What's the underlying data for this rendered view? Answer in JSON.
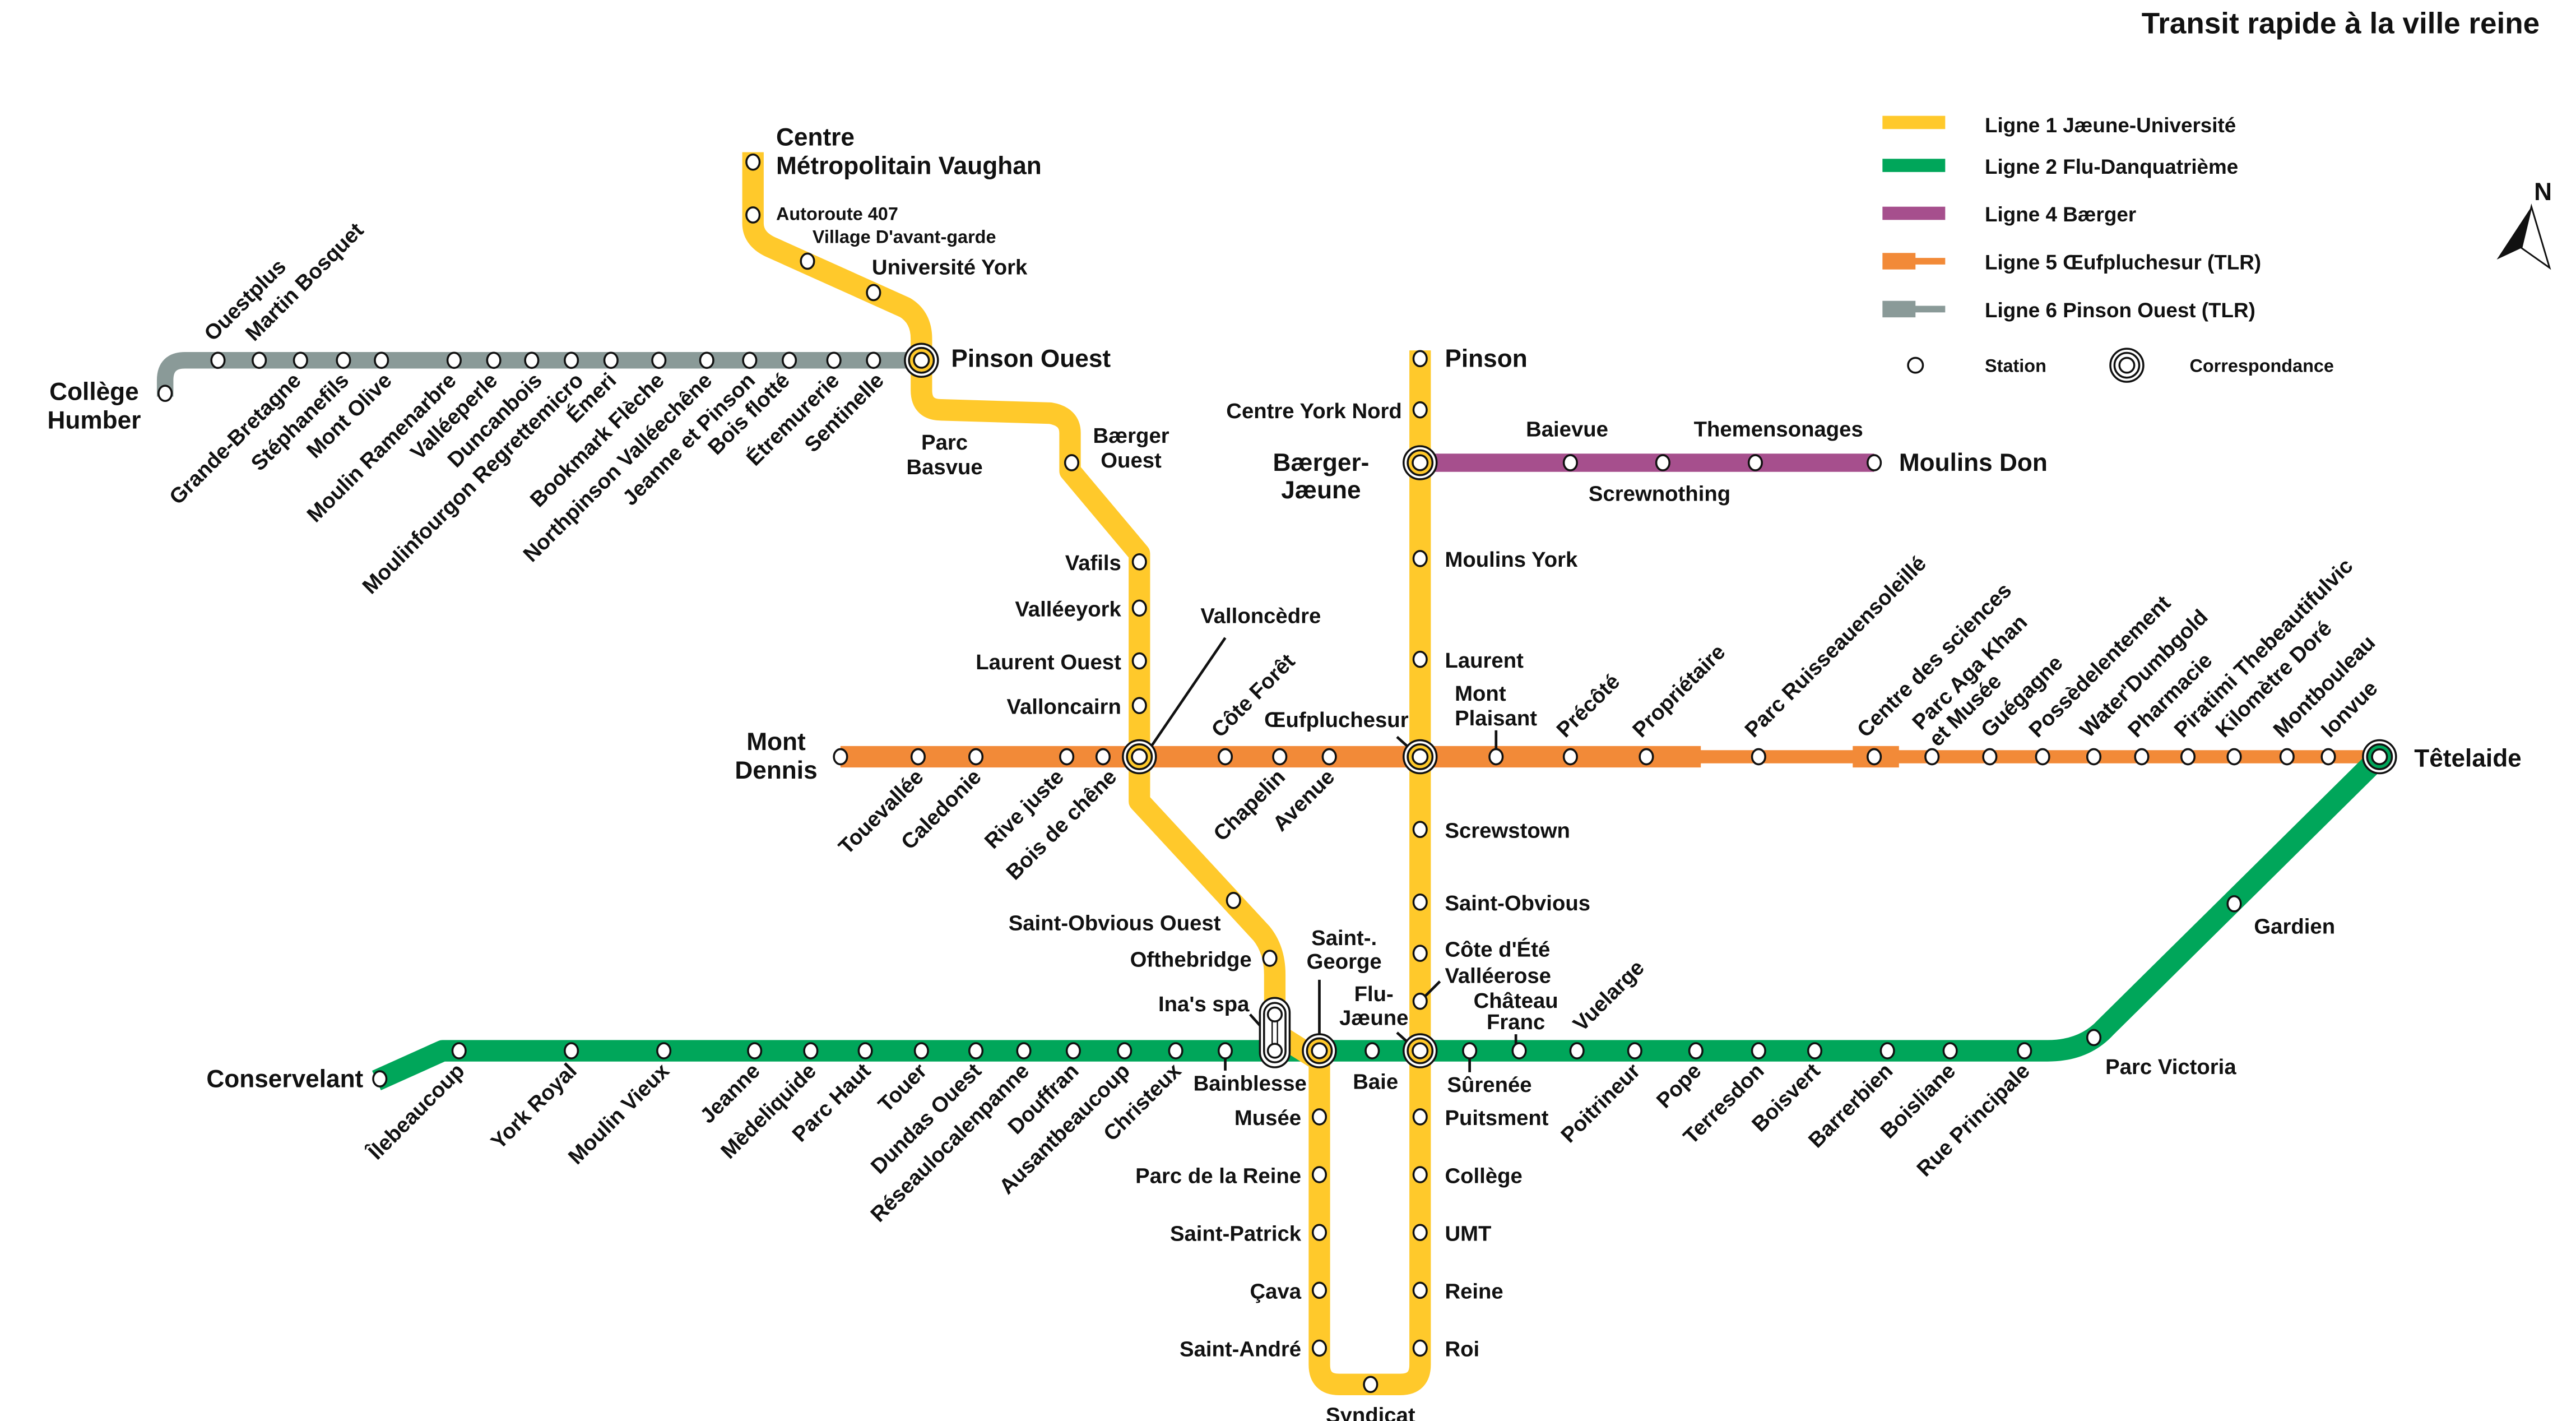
{
  "title": "Transit rapide à la ville reine",
  "north": "N",
  "colors": {
    "ligne1": "#FFC92B",
    "ligne2": "#00A65A",
    "ligne4": "#A64F8D",
    "ligne5": "#F28A38",
    "ligne6": "#8A9A98"
  },
  "legend": {
    "lines": [
      "Ligne 1 Jæune-Université",
      "Ligne 2 Flu-Danquatrième",
      "Ligne 4 Bærger",
      "Ligne 5 Œufpluchesur (TLR)",
      "Ligne 6 Pinson Ouest (TLR)"
    ],
    "station": "Station",
    "interchange": "Correspondance"
  },
  "interchanges": {
    "pinson_ouest": "Pinson Ouest",
    "valloncedre": "Valloncèdre",
    "oeufpluchesur": "Œufpluchesur",
    "baerger_jaeune": [
      "Bærger-",
      "Jæune"
    ],
    "saint_george": [
      "Saint-.",
      "George"
    ],
    "inas_spa": "Ina's spa",
    "flu_jaeune": [
      "Flu-",
      "Jæune"
    ],
    "tetelaide": "Têtelaide"
  },
  "lines": {
    "l6": {
      "stations": [
        [
          "Collège",
          "Humber"
        ],
        "Ouestplus",
        "Martin Bosquet",
        "Grande-Bretagne",
        "Stéphanefils",
        "Mont Olive",
        "Moulin Ramenarbre",
        "Valléeperle",
        "Duncanbois",
        "Moulinfourgon Regrettemicro",
        "Émeri",
        "Bookmark Flèche",
        "Northpinson Valléechêne",
        "Jeanne et Pinson",
        "Bois flotté",
        "Étremurerie",
        "Sentinelle"
      ]
    },
    "l1": {
      "stations": [
        [
          "Centre",
          "Métropolitain Vaughan"
        ],
        "Autoroute 407",
        "Village D'avant-garde",
        "Université York",
        [
          "Parc",
          "Basvue"
        ],
        [
          "Bærger",
          "Ouest"
        ],
        "Vafils",
        "Valléeyork",
        "Laurent Ouest",
        "Valloncairn",
        "Saint-Obvious Ouest",
        "Ofthebridge",
        "Musée",
        "Parc de la Reine",
        "Saint-Patrick",
        "Çava",
        "Saint-André",
        "Syndicat",
        "Roi",
        "Reine",
        "UMT",
        "Collège",
        "Puitsment",
        "Valléerose",
        "Côte d'Été",
        "Saint-Obvious",
        "Screwstown",
        "Laurent",
        "Moulins York",
        "Centre York Nord",
        "Pinson"
      ]
    },
    "l4": {
      "stations": [
        "Baievue",
        "Screwnothing",
        "Themensonages",
        "Moulins Don"
      ]
    },
    "l5": {
      "stations": [
        [
          "Mont",
          "Dennis"
        ],
        "Touevallée",
        "Caledonie",
        "Rive juste",
        "Bois de chêne",
        "Côte Forêt",
        "Chapelin",
        "Avenue",
        [
          "Mont",
          "Plaisant"
        ],
        "Précôté",
        "Propriétaire",
        "Parc Ruisseauensoleillé",
        "Centre des sciences",
        [
          "Parc Aga Khan",
          "et Musée"
        ],
        "Guégagne",
        "Possèdelentement",
        "Water'Dumbgold",
        "Pharmacie",
        "Piratimi Thebeautifulvic",
        "Kilomètre Doré",
        "Montbouleau",
        "Ionvue"
      ]
    },
    "l2": {
      "stations": [
        "Conservelant",
        "Îlebeaucoup",
        "York Royal",
        "Moulin Vieux",
        "Jeanne",
        "Mèdeliquide",
        "Parc Haut",
        "Touer",
        "Dundas Ouest",
        "Réseaulocalenpanne",
        "Douffran",
        "Ausantbeaucoup",
        "Christeux",
        "Bainblesse",
        "Baie",
        "Sûrenée",
        [
          "Château",
          "Franc"
        ],
        "Vuelarge",
        "Poitrineur",
        "Pope",
        "Terresdon",
        "Boisvert",
        "Barrerbien",
        "Boisliane",
        "Rue Principale",
        "Parc Victoria",
        "Gardien"
      ]
    }
  }
}
